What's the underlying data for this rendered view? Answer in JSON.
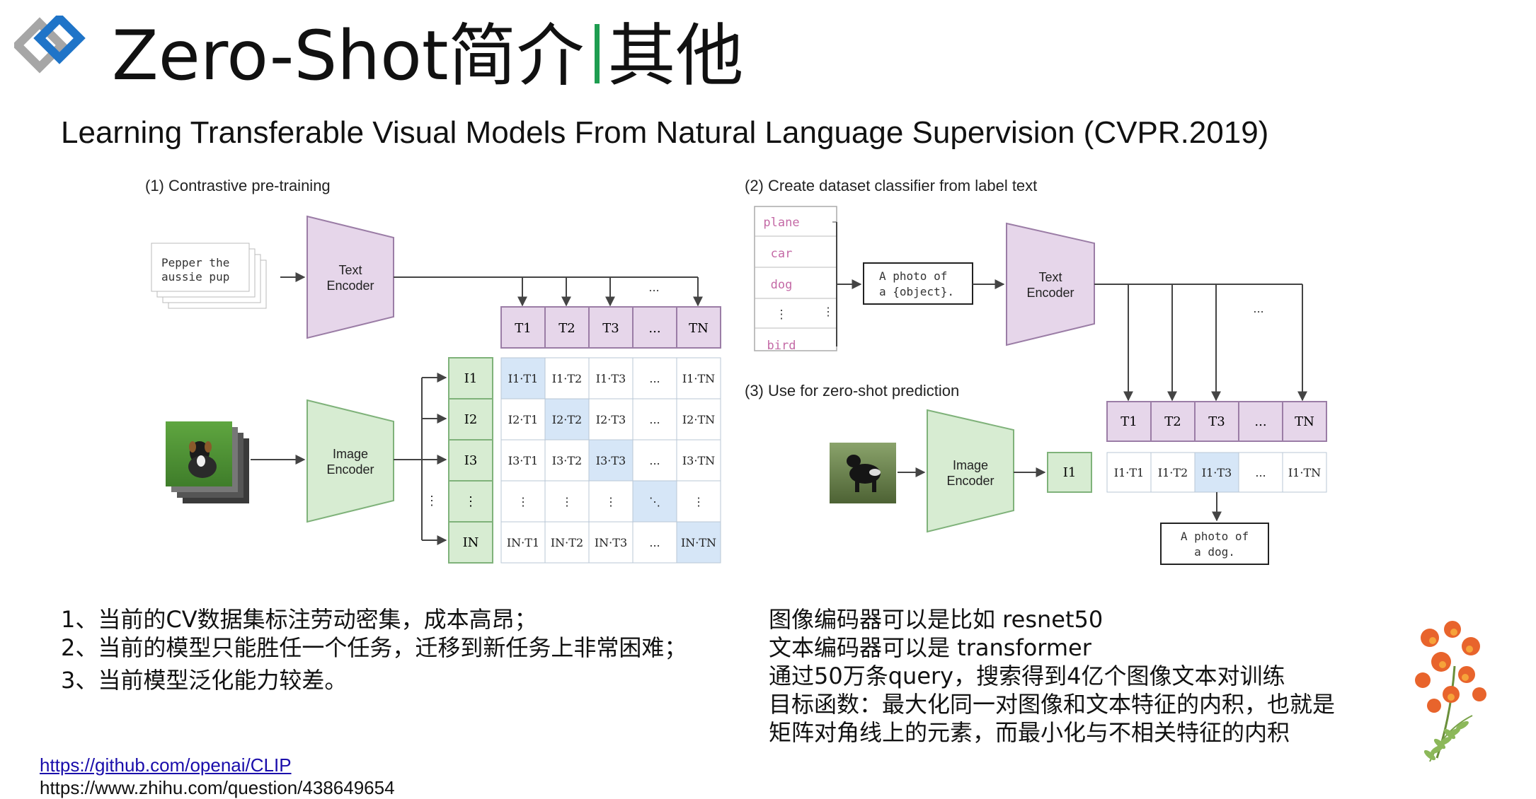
{
  "title": {
    "main": "Zero-Shot简介",
    "suffix": "其他"
  },
  "subtitle": "Learning Transferable Visual Models From Natural Language Supervision (CVPR.2019)",
  "diagram": {
    "panel1_label": "(1) Contrastive pre-training",
    "panel2_label": "(2) Create dataset classifier from label text",
    "panel3_label": "(3) Use for zero-shot prediction",
    "text_encoder": [
      "Text",
      "Encoder"
    ],
    "image_encoder": [
      "Image",
      "Encoder"
    ],
    "caption_card": [
      "Pepper the",
      "aussie pup"
    ],
    "t_header": [
      "T1",
      "T2",
      "T3",
      "...",
      "TN"
    ],
    "i_column": [
      "I1",
      "I2",
      "I3",
      "⋮",
      "IN"
    ],
    "matrix": [
      [
        "I1·T1",
        "I1·T2",
        "I1·T3",
        "...",
        "I1·TN"
      ],
      [
        "I2·T1",
        "I2·T2",
        "I2·T3",
        "...",
        "I2·TN"
      ],
      [
        "I3·T1",
        "I3·T2",
        "I3·T3",
        "...",
        "I3·TN"
      ],
      [
        "⋮",
        "⋮",
        "⋮",
        "⋱",
        "⋮"
      ],
      [
        "IN·T1",
        "IN·T2",
        "IN·T3",
        "...",
        "IN·TN"
      ]
    ],
    "labels": [
      "plane",
      "car",
      "dog",
      "⋮",
      "bird"
    ],
    "template": [
      "A photo of",
      "a {object}."
    ],
    "zs_row": [
      "I1·T1",
      "I1·T2",
      "I1·T3",
      "...",
      "I1·TN"
    ],
    "zs_image": "I1",
    "result": [
      "A photo of",
      "a dog."
    ],
    "ellipsis": "...",
    "vdots": "⋮",
    "colors": {
      "purple_fill": "#e6d6ea",
      "purple_stroke": "#9b7da6",
      "green_fill": "#d7ecd2",
      "green_stroke": "#7fb27a",
      "blue_fill": "#d6e6f7",
      "label_pink": "#c46aa6"
    }
  },
  "left_list": [
    "1、当前的CV数据集标注劳动密集，成本高昂；",
    "2、当前的模型只能胜任一个任务，迁移到新任务上非常困难；",
    "3、当前模型泛化能力较差。"
  ],
  "right_list": [
    "图像编码器可以是比如 resnet50",
    "文本编码器可以是 transformer",
    "通过50万条query，搜索得到4亿个图像文本对训练",
    "目标函数：最大化同一对图像和文本特征的内积，也就是",
    "矩阵对角线上的元素，而最小化与不相关特征的内积"
  ],
  "links": [
    "https://github.com/openai/CLIP",
    "https://www.zhihu.com/question/438649654"
  ]
}
